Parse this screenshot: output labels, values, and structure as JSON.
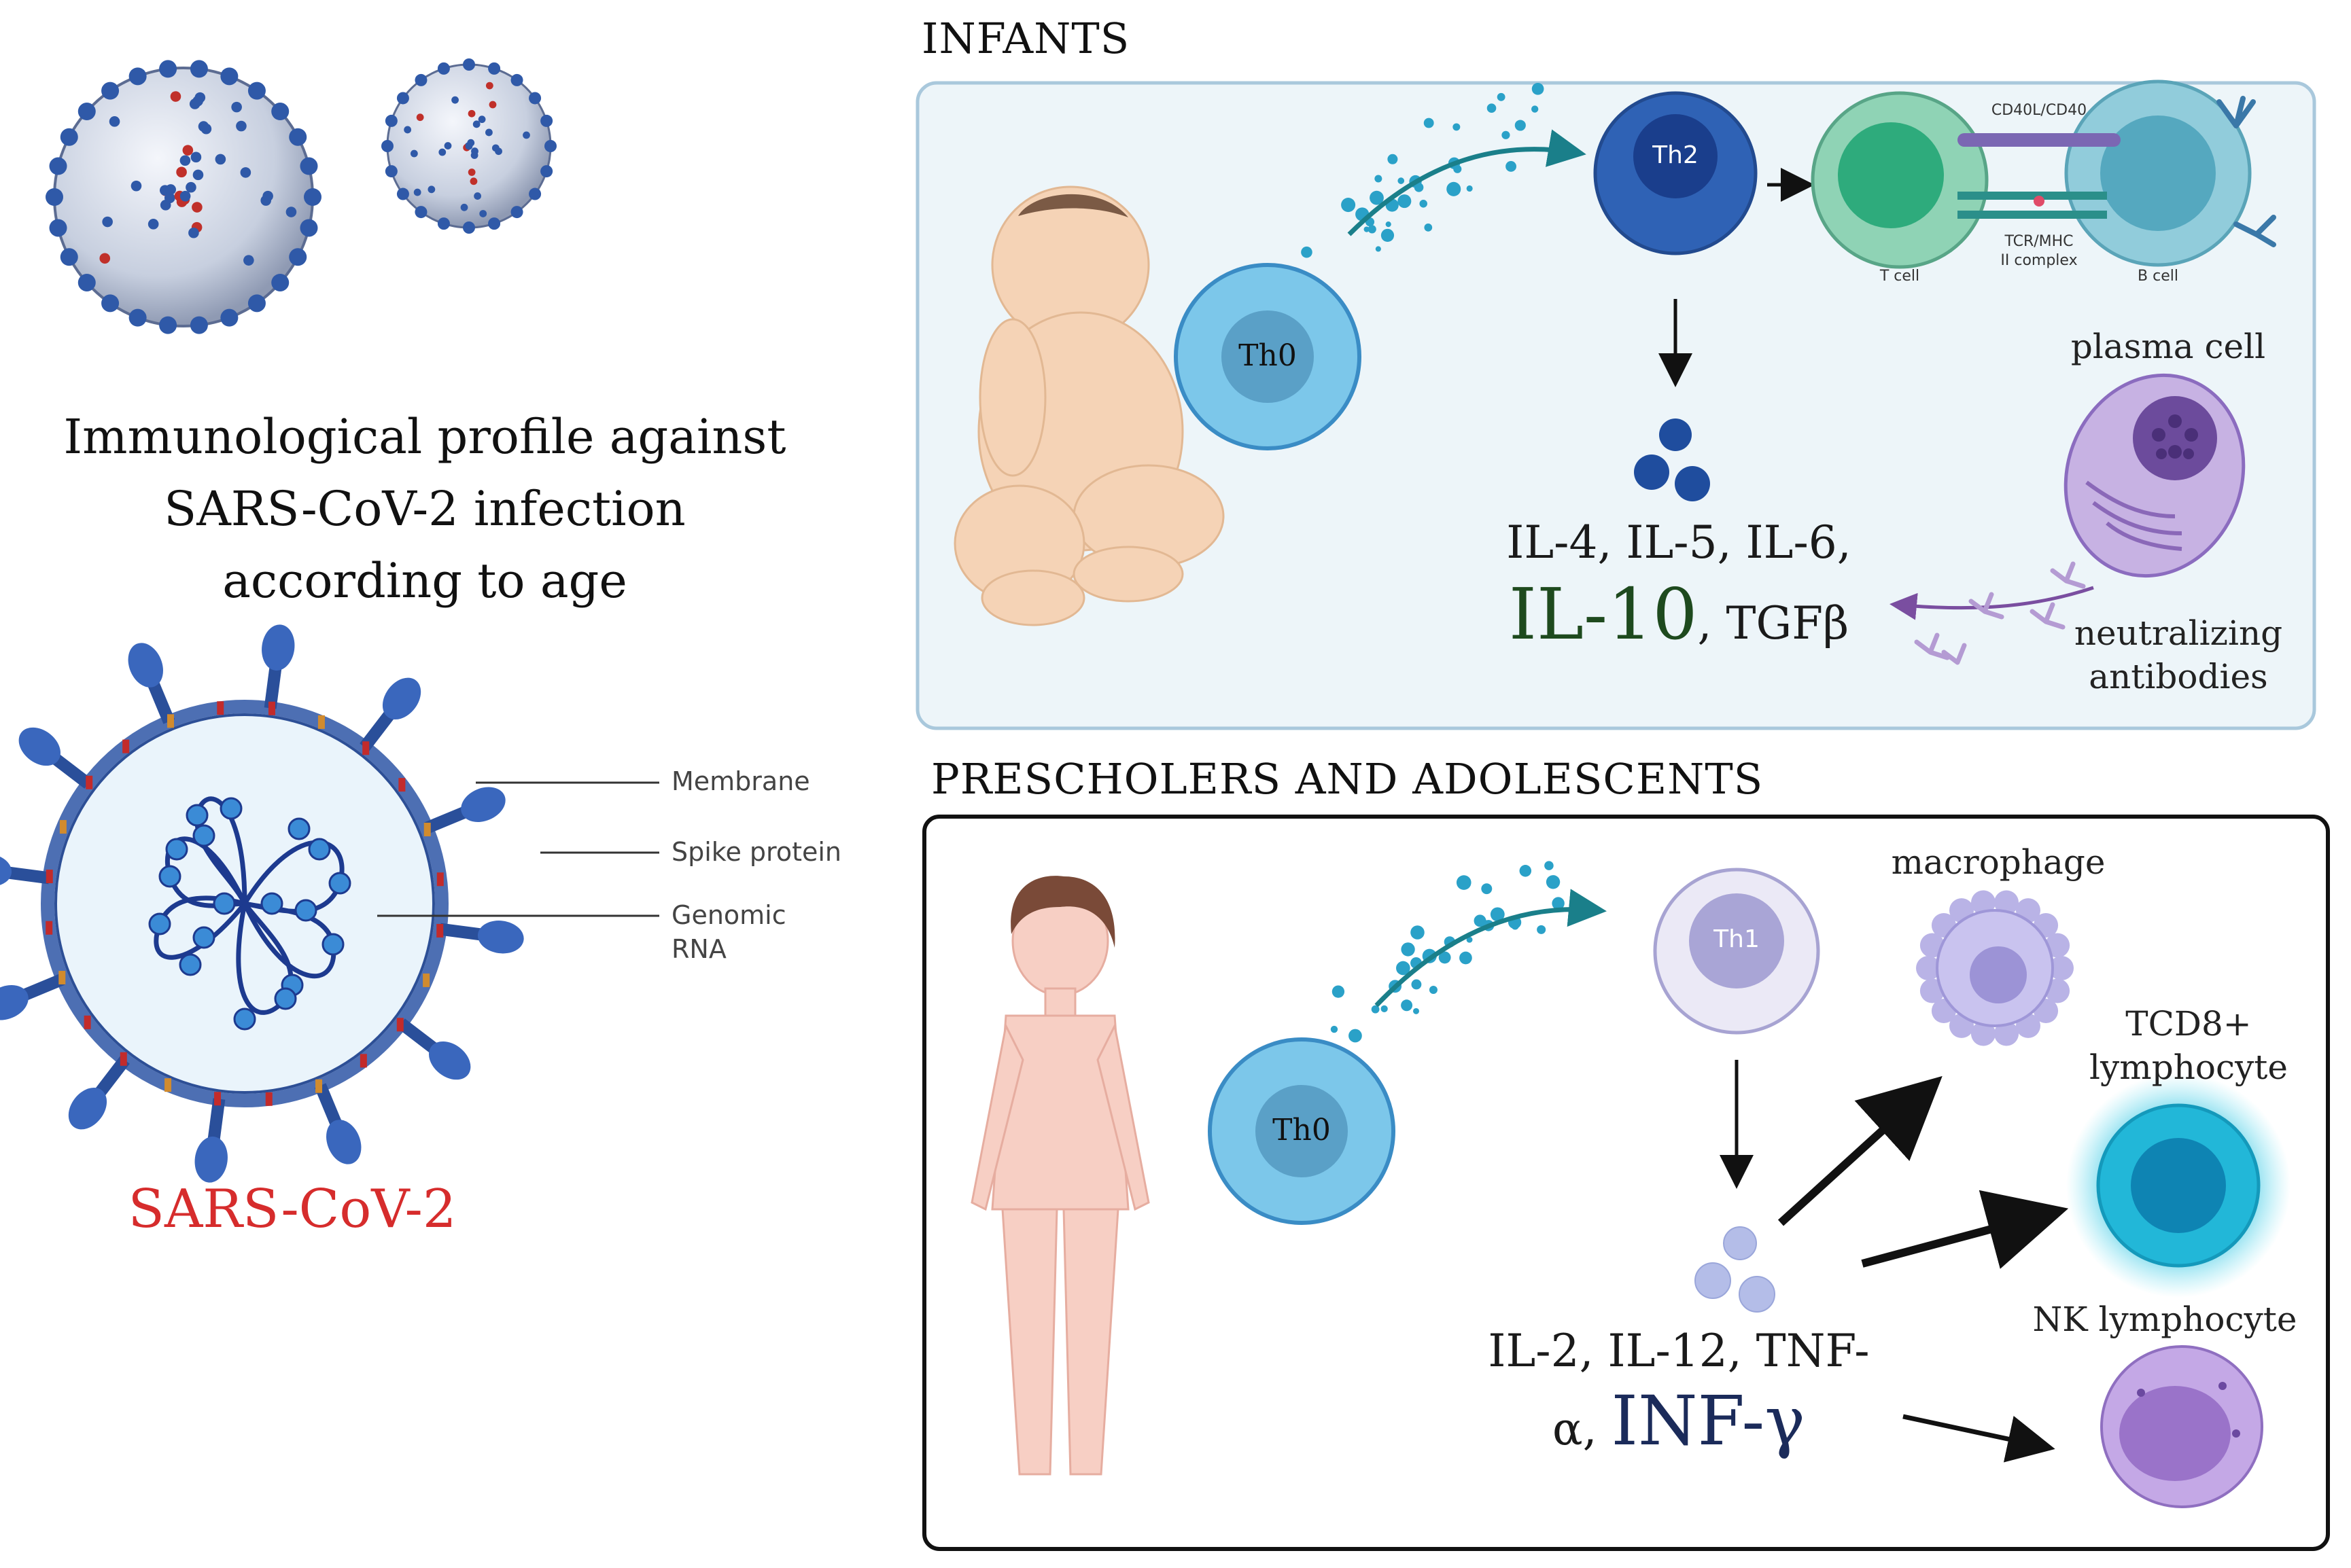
{
  "title": {
    "line1": "Immunological profile against",
    "line2": "SARS-CoV-2 infection",
    "line3": "according to age"
  },
  "virus": {
    "label": "SARS-CoV-2",
    "label_color": "#d62c2c",
    "structure_labels": {
      "membrane": "Membrane",
      "spike": "Spike protein",
      "genomic_line1": "Genomic",
      "genomic_line2": "RNA"
    }
  },
  "infants": {
    "heading": "INFANTS",
    "th0": "Th0",
    "th2": "Th2",
    "cd40": "CD40L/CD40",
    "tcr_line1": "TCR/MHC",
    "tcr_line2": "II complex",
    "t_cell": "T cell",
    "b_cell": "B cell",
    "plasma_cell": "plasma cell",
    "cytokines_line1": "IL-4, IL-5, IL-6,",
    "cytokines_big": "IL-10",
    "cytokines_rest": ", TGFβ",
    "neutralizing_line1": "neutralizing",
    "neutralizing_line2": "antibodies",
    "panel_fill": "#edf5f9",
    "panel_border": "#a9c8dc",
    "il10_color": "#1e4a1e"
  },
  "prescholers": {
    "heading": "PRESCHOLERS AND ADOLESCENTS",
    "th0": "Th0",
    "th1": "Th1",
    "macrophage": "macrophage",
    "tcd8_line1": "TCD8+",
    "tcd8_line2": "lymphocyte",
    "nk": "NK lymphocyte",
    "cytokines_line1": "IL-2, IL-12, TNF-",
    "cytokines_alpha": "α,",
    "cytokines_big": "INF-γ",
    "inf_color": "#1b2b5a"
  }
}
